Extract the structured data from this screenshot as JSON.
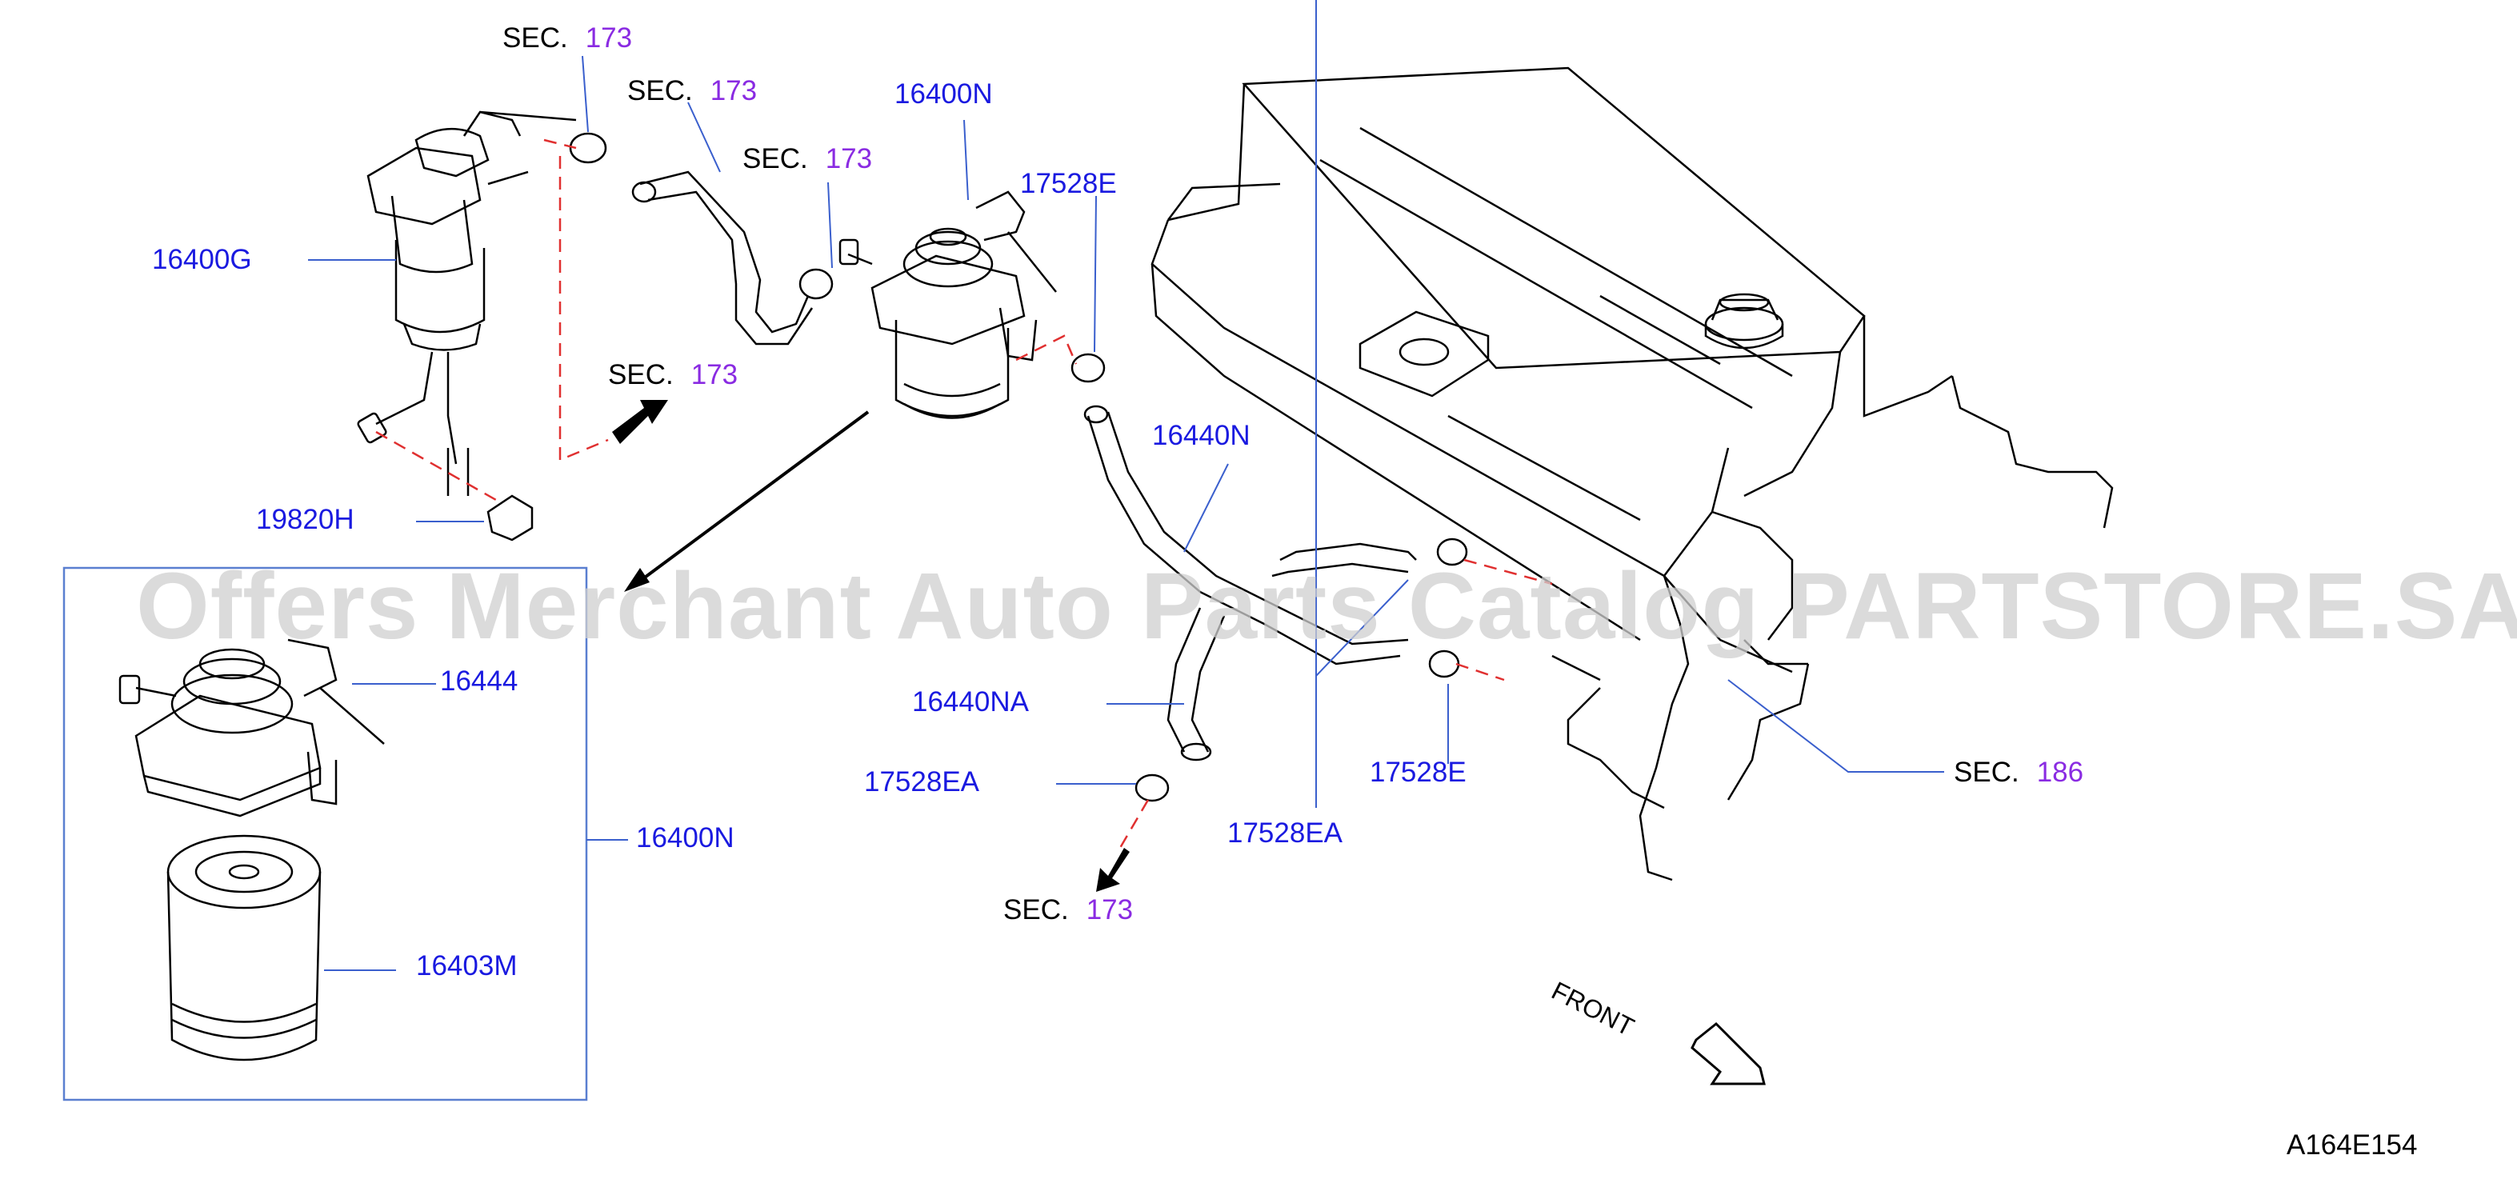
{
  "watermark": "Offers Merchant Auto Parts Catalog PARTSTORE.SA",
  "figure_code": "A164E154",
  "direction_label": "FRONT",
  "section_prefix": "SEC.",
  "sections": [
    {
      "id": "sec_top",
      "number": "173"
    },
    {
      "id": "sec_hose",
      "number": "173"
    },
    {
      "id": "sec_mid",
      "number": "173"
    },
    {
      "id": "sec_arrow",
      "number": "173"
    },
    {
      "id": "sec_bottom",
      "number": "173"
    },
    {
      "id": "sec_engine",
      "number": "186"
    }
  ],
  "parts": {
    "p16400G": "16400G",
    "p16400N_top": "16400N",
    "p17528E_top": "17528E",
    "p16440N": "16440N",
    "p19820H": "19820H",
    "p16444": "16444",
    "p16400N_box": "16400N",
    "p16403M": "16403M",
    "p16440NA": "16440NA",
    "p17528EA_left": "17528EA",
    "p17528E_right": "17528E",
    "p17528EA_mid": "17528EA"
  },
  "colors": {
    "part_label": "#1a1ae0",
    "section_number": "#8a2be2",
    "leader_line": "#3a5fcd",
    "dashed_line": "#e03030",
    "box_border": "#5a7fd0",
    "drawing": "#000000"
  }
}
